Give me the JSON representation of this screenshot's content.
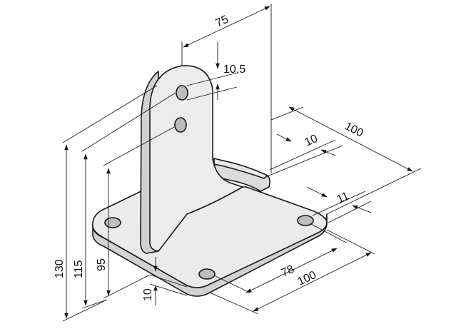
{
  "drawing": {
    "dimensions": {
      "width_top": "75",
      "hole_diameter": "10,5",
      "depth_total": "100",
      "flange_thickness": "10",
      "hole_offset": "11",
      "hole_spacing": "78",
      "base_width": "100",
      "base_thickness": "10",
      "height_total": "130",
      "height_upper_hole": "115",
      "height_lower_hole": "95"
    },
    "colors": {
      "part_fill": "#e9e9e9",
      "part_shade": "#d4d4d4",
      "line": "#1a1a1a"
    }
  }
}
